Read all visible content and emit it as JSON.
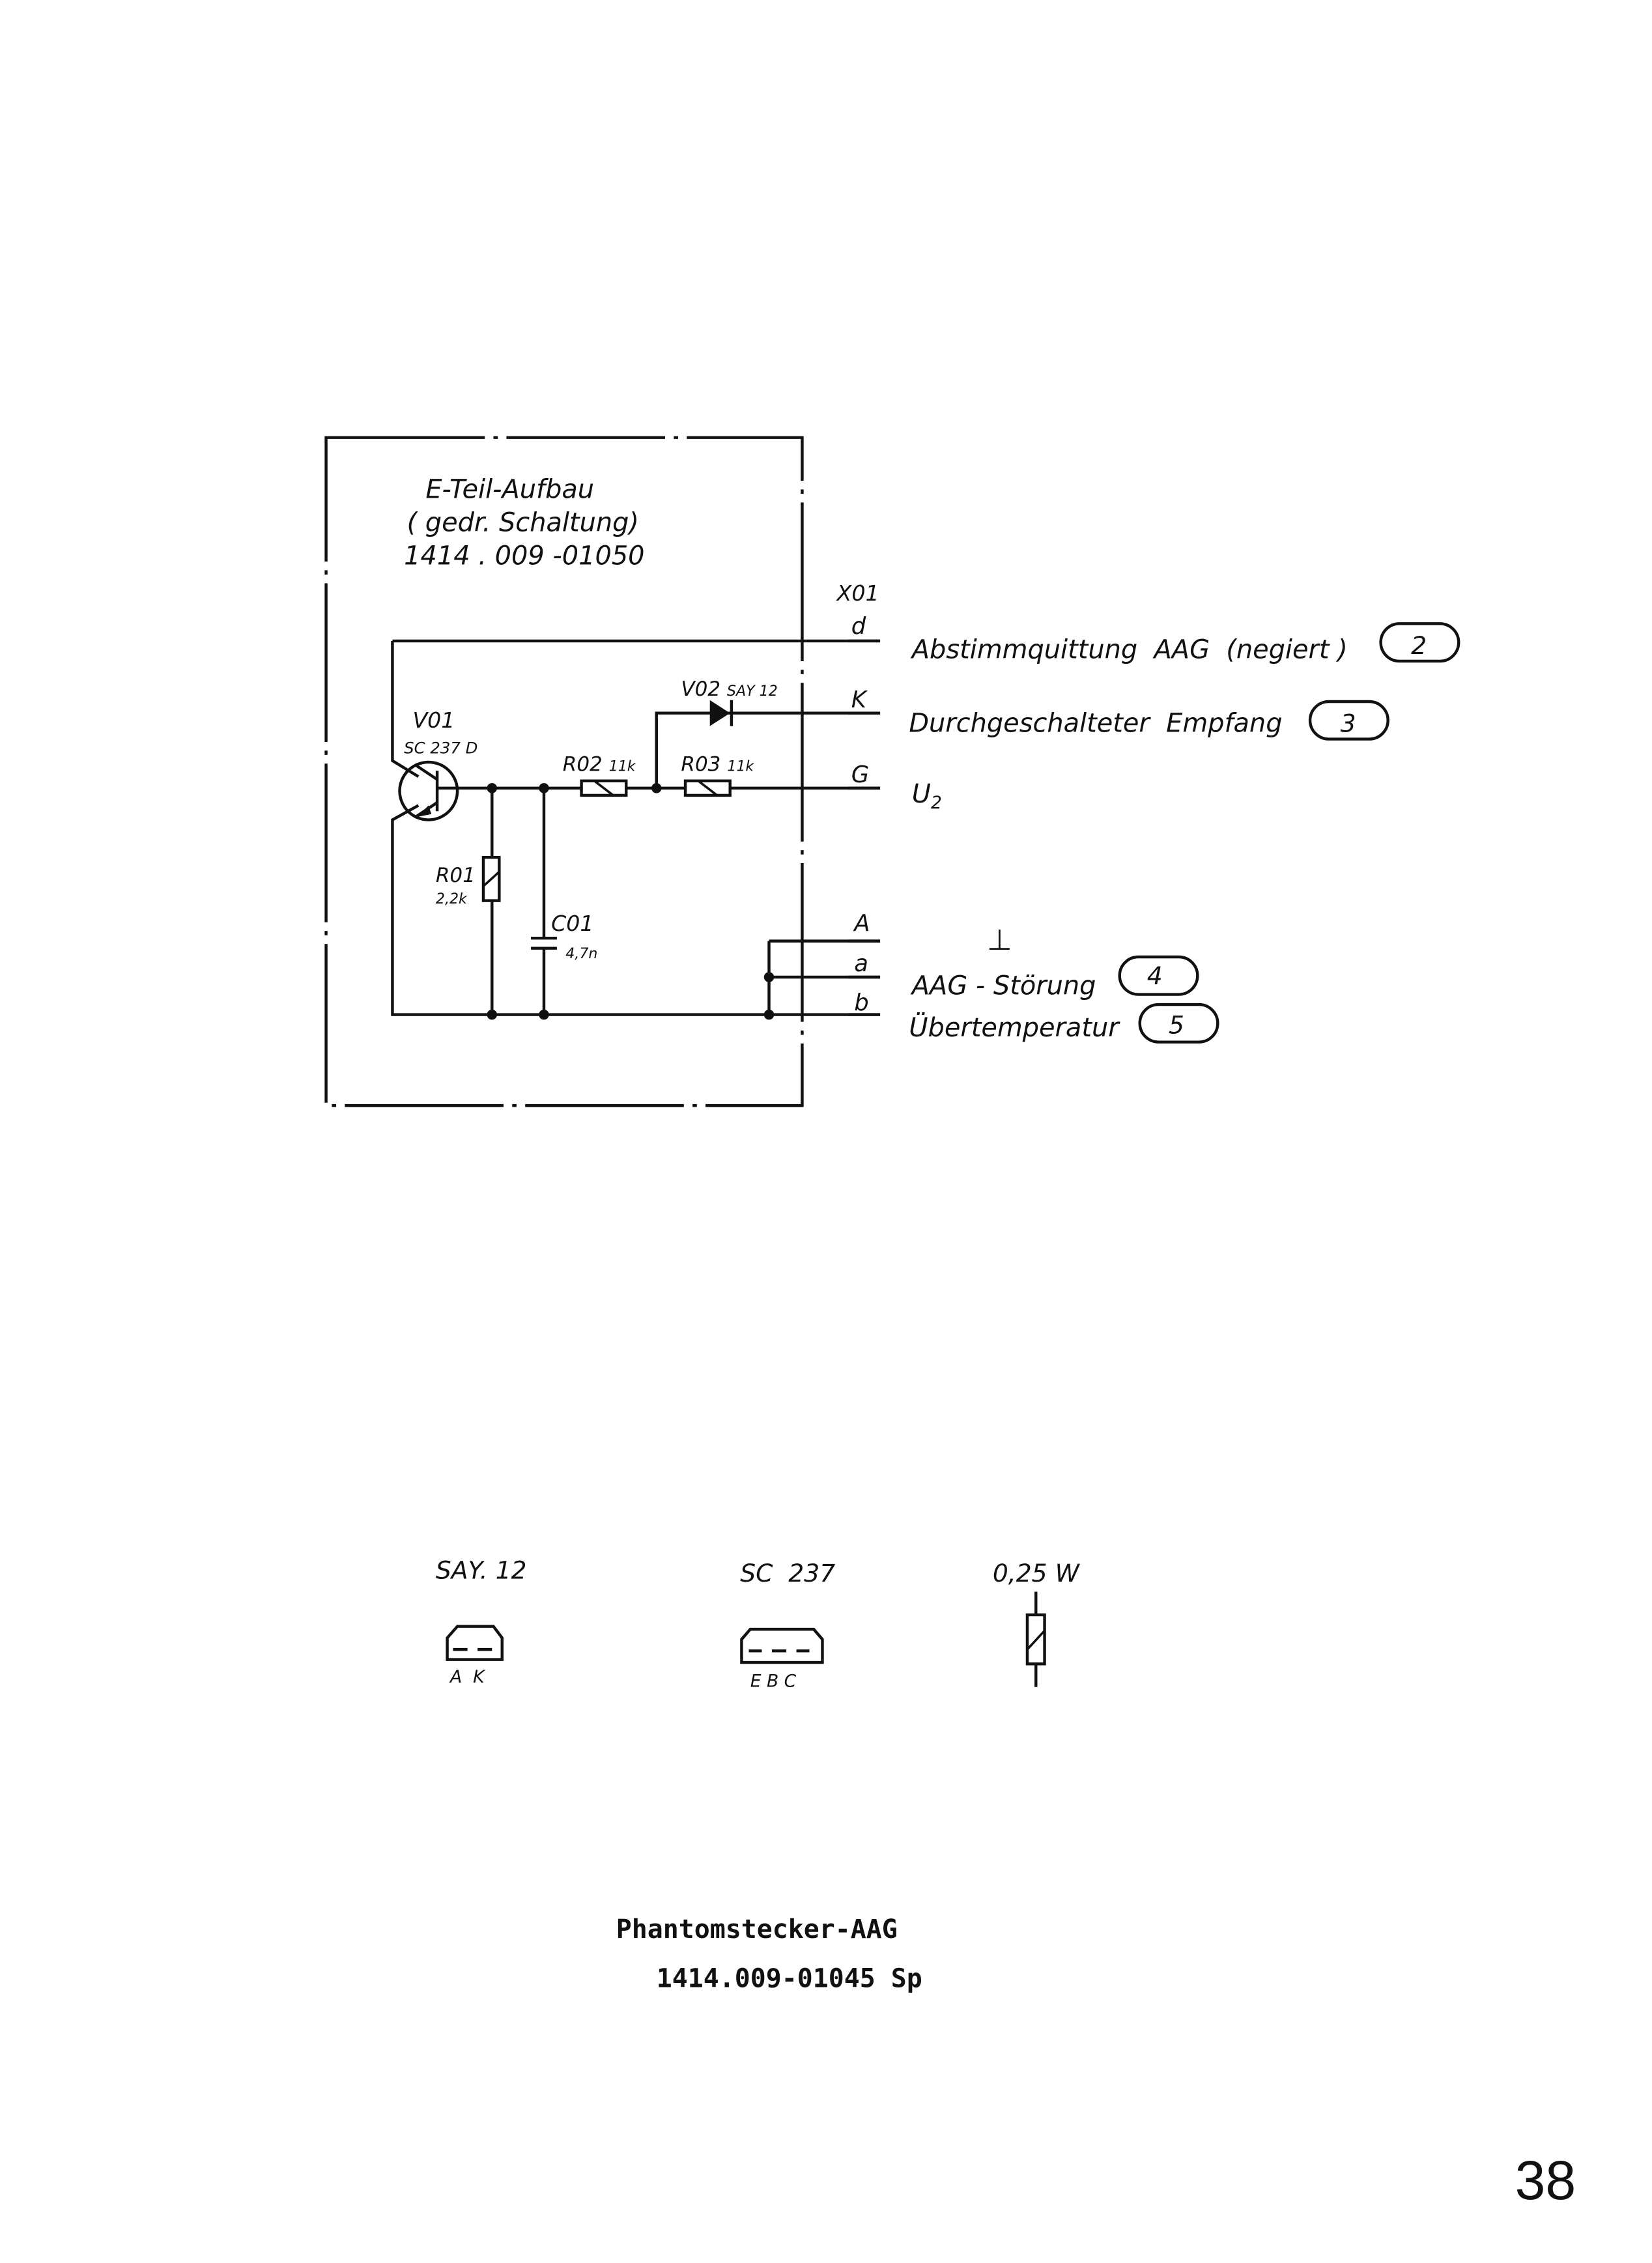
{
  "block": {
    "title": "E-Teil-Aufbau",
    "subtitle": "( gedr. Schaltung)",
    "part_number": "1414 . 009 -01050"
  },
  "components": {
    "v01_ref": "V01",
    "v01_type": "SC 237 D",
    "v02_ref": "V02",
    "v02_type": "SAY 12",
    "r01_ref": "R01",
    "r01_value": "2,2k",
    "r02_ref": "R02",
    "r02_value": "11k",
    "r03_ref": "R03",
    "r03_value": "11k",
    "c01_ref": "C01",
    "c01_value": "4,7n"
  },
  "connector": {
    "ref": "X01",
    "pins": [
      "d",
      "K",
      "G",
      "A",
      "a",
      "b"
    ]
  },
  "signals": [
    {
      "label": "Abstimmquittung  AAG  (negiert )",
      "number": "2"
    },
    {
      "label": "Durchgeschalteter  Empfang",
      "number": "3"
    },
    {
      "label": "U",
      "sub": "2"
    },
    {
      "label": "⊥"
    },
    {
      "label": "AAG - Störung",
      "number": "4"
    },
    {
      "label": "Übertemperatur",
      "number": "5"
    }
  ],
  "packages": [
    {
      "name": "SAY. 12",
      "pins": "A  K"
    },
    {
      "name": "SC  237",
      "pins": "E B C"
    },
    {
      "name": "0,25 W"
    }
  ],
  "footer": {
    "title": "Phantomstecker-AAG",
    "number": "1414.009-01045 Sp"
  },
  "page_number": "38"
}
